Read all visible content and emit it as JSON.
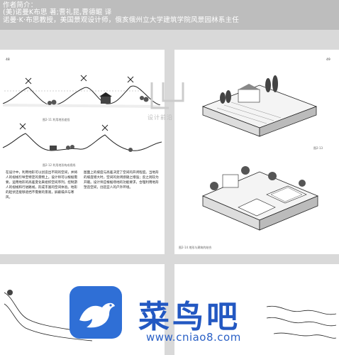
{
  "header": {
    "line1": "作者简介：",
    "line2": "(美)诺曼K布思 著;曹礼昆,曹德鲲 译",
    "line3": "诺曼·K·布思教授，美国景观设计师，俄亥俄州立大学建筑学院风景园林系主任"
  },
  "left_page": {
    "folio": "48",
    "fig_caption_1": "图2-11 利用地形遮挡",
    "fig_caption_2": "图2-12 利用地形构成视线",
    "body_col1": "在设计中，利用地形可以创造出不同的空间，并将人的视线引导至特定的景物上。设计师可以根据需要，运用地形的高差变化来组织空间序列，控制游人的视线和行进路线，形成丰富的空间体验。地形的起伏还能够遮挡不需要的景观，屏蔽噪声与寒风。",
    "body_col2": "图面上的坡度与高差决定了空间的开闭程度。当地形的坡度增大时，空间的封闭感随之增强；反之则较为开敞。设计师应根据场地的功能要求，合理利用地形塑造空间，创造宜人的户外环境。"
  },
  "right_page": {
    "folio": "49",
    "fig_caption_1": "图2-13",
    "fig_caption_2": "图2-14 地形与建筑的结合"
  },
  "watermark": {
    "mid_logo_text": "设计前沿",
    "title": "菜鸟吧",
    "url": "www.cniao8.com"
  }
}
